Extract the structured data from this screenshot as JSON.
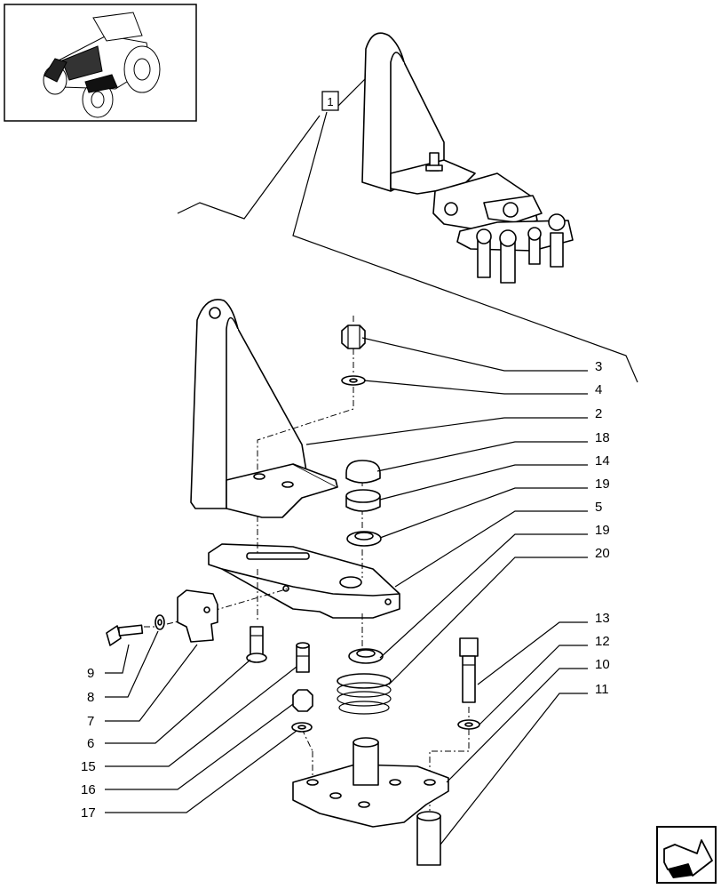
{
  "diagram": {
    "reference_box_label": "1",
    "callouts": [
      {
        "id": "c3",
        "label": "3"
      },
      {
        "id": "c4",
        "label": "4"
      },
      {
        "id": "c2",
        "label": "2"
      },
      {
        "id": "c18",
        "label": "18"
      },
      {
        "id": "c14",
        "label": "14"
      },
      {
        "id": "c19a",
        "label": "19"
      },
      {
        "id": "c5",
        "label": "5"
      },
      {
        "id": "c19b",
        "label": "19"
      },
      {
        "id": "c20",
        "label": "20"
      },
      {
        "id": "c13",
        "label": "13"
      },
      {
        "id": "c12",
        "label": "12"
      },
      {
        "id": "c10",
        "label": "10"
      },
      {
        "id": "c11",
        "label": "11"
      },
      {
        "id": "c9",
        "label": "9"
      },
      {
        "id": "c8",
        "label": "8"
      },
      {
        "id": "c7",
        "label": "7"
      },
      {
        "id": "c6",
        "label": "6"
      },
      {
        "id": "c15",
        "label": "15"
      },
      {
        "id": "c16",
        "label": "16"
      },
      {
        "id": "c17",
        "label": "17"
      }
    ],
    "icons": {
      "thumbnail": "tractor-thumbnail-icon",
      "navigation": "next-page-arrow-icon"
    }
  }
}
